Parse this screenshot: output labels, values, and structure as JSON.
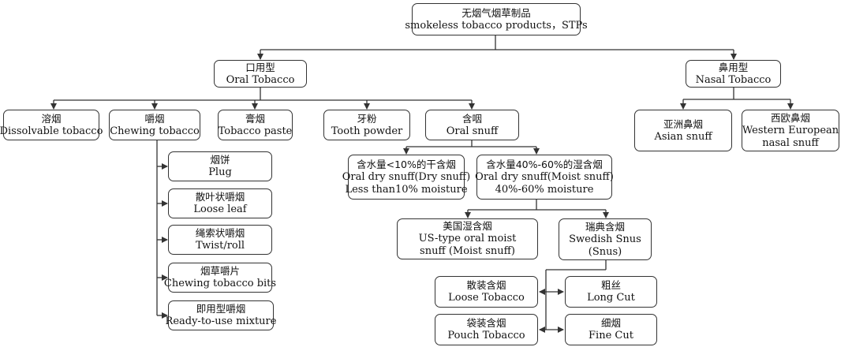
{
  "root": {
    "zh": "无烟气烟草制品",
    "en": "smokeless tobacco products，STPs"
  },
  "oral": {
    "zh": "口用型",
    "en": "Oral Tobacco"
  },
  "nasal": {
    "zh": "鼻用型",
    "en": "Nasal Tobacco"
  },
  "oral_types": [
    {
      "zh": "溶烟",
      "en": "Dissolvable tobacco"
    },
    {
      "zh": "嚼烟",
      "en": "Chewing tobacco"
    },
    {
      "zh": "膏烟",
      "en": "Tobacco paste"
    },
    {
      "zh": "牙粉",
      "en": "Tooth powder"
    },
    {
      "zh": "含咽",
      "en": "Oral snuff"
    }
  ],
  "nasal_types": [
    {
      "zh": "亚洲鼻烟",
      "en": "Asian snuff"
    },
    {
      "zh": "西欧鼻烟",
      "en": "Western European",
      "en2": "nasal snuff"
    }
  ],
  "chewing_types": [
    {
      "zh": "烟饼",
      "en": "Plug"
    },
    {
      "zh": "散叶状嚼烟",
      "en": "Loose leaf"
    },
    {
      "zh": "绳索状嚼烟",
      "en": "Twist/roll"
    },
    {
      "zh": "烟草嚼片",
      "en": "Chewing tobacco bits"
    },
    {
      "zh": "即用型嚼烟",
      "en": "Ready-to-use mixture"
    }
  ],
  "snuff_types": [
    {
      "zh": "含水量<10%的干含烟",
      "en": "Oral dry snuff(Dry snuff)",
      "en2": "Less than10% moisture"
    },
    {
      "zh": "含水量40%-60%的湿含烟",
      "en": "Oral dry snuff(Moist snuff)",
      "en2": "40%-60% moisture"
    }
  ],
  "moist_types": [
    {
      "zh": "美国湿含烟",
      "en": "US-type oral moist",
      "en2": "snuff (Moist snuff)"
    },
    {
      "zh": "瑞典含烟",
      "en": "Swedish Snus",
      "en2": "(Snus)"
    }
  ],
  "snus_left": [
    {
      "zh": "散装含烟",
      "en": "Loose Tobacco"
    },
    {
      "zh": "袋装含烟",
      "en": "Pouch Tobacco"
    }
  ],
  "snus_right": [
    {
      "zh": "粗丝",
      "en": "Long Cut"
    },
    {
      "zh": "细烟",
      "en": "Fine Cut"
    }
  ]
}
